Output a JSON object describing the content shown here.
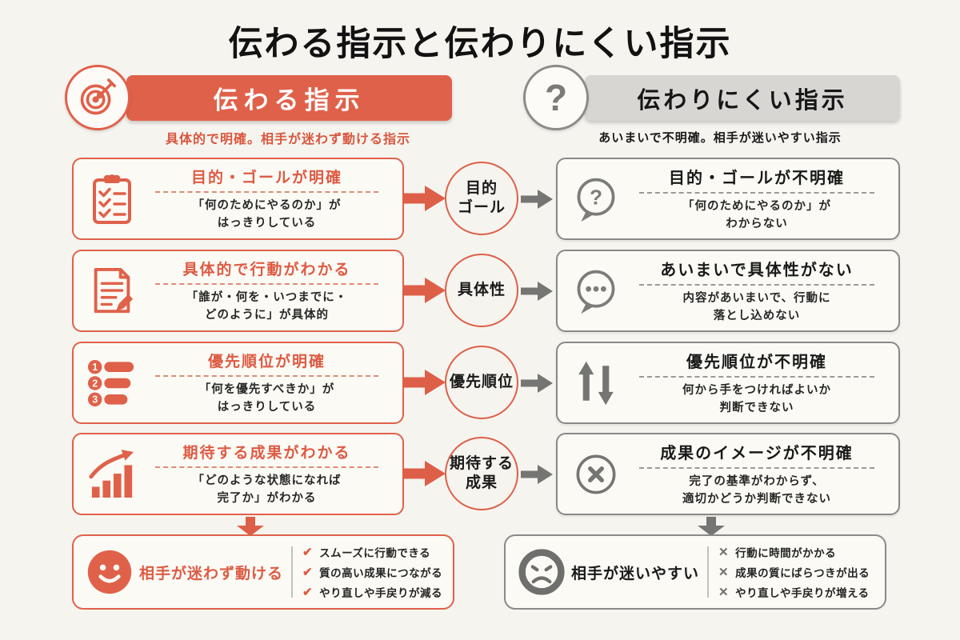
{
  "page": {
    "title": "伝わる指示と伝わりにくい指示"
  },
  "good_column": {
    "header": "伝わる指示",
    "subtitle": "具体的で明確。相手が迷わず動ける指示",
    "accent_color": "#e0614a"
  },
  "bad_column": {
    "header": "伝わりにくい指示",
    "subtitle": "あいまいで不明確。相手が迷いやすい指示",
    "banner_color": "#d8d6d3",
    "accent_color": "#6f6f6d"
  },
  "rows": [
    {
      "topic": "目的\nゴール",
      "good": {
        "icon": "clipboard-checklist-icon",
        "title": "目的・ゴールが明確",
        "body": "「何のためにやるのか」が\nはっきりしている"
      },
      "bad": {
        "icon": "question-bubble-icon",
        "title": "目的・ゴールが不明確",
        "body": "「何のためにやるのか」が\nわからない"
      }
    },
    {
      "topic": "具体性",
      "good": {
        "icon": "document-pencil-icon",
        "title": "具体的で行動がわかる",
        "body": "「誰が・何を・いつまでに・\nどのように」が具体的"
      },
      "bad": {
        "icon": "ellipsis-bubble-icon",
        "title": "あいまいで具体性がない",
        "body": "内容があいまいで、行動に\n落とし込めない"
      }
    },
    {
      "topic": "優先順位",
      "good": {
        "icon": "numbered-list-icon",
        "title": "優先順位が明確",
        "body": "「何を優先すべきか」が\nはっきりしている"
      },
      "bad": {
        "icon": "up-down-arrows-icon",
        "title": "優先順位が不明確",
        "body": "何から手をつければよいか\n判断できない"
      }
    },
    {
      "topic": "期待する\n成果",
      "good": {
        "icon": "bar-chart-growth-icon",
        "title": "期待する成果がわかる",
        "body": "「どのような状態になれば\n完了か」がわかる"
      },
      "bad": {
        "icon": "x-circle-icon",
        "title": "成果のイメージが不明確",
        "body": "完了の基準がわからず、\n適切かどうか判断できない"
      }
    }
  ],
  "outcomes": {
    "good": {
      "icon": "smiley-face-icon",
      "label": "相手が迷わず動ける",
      "items": [
        "スムーズに行動できる",
        "質の高い成果につながる",
        "やり直しや手戻りが減る"
      ]
    },
    "bad": {
      "icon": "sad-face-icon",
      "label": "相手が迷いやすい",
      "items": [
        "行動に時間がかかる",
        "成果の質にばらつきが出る",
        "やり直しや手戻りが増える"
      ]
    }
  },
  "glyphs": {
    "question": "?",
    "check": "✔",
    "cross": "✕",
    "one": "1",
    "two": "2",
    "three": "3"
  },
  "colors": {
    "background": "#f6f4ef",
    "orange": "#e0614a",
    "gray_banner": "#d8d6d3",
    "gray_dark": "#6f6f6d",
    "text": "#1b1b1b"
  }
}
